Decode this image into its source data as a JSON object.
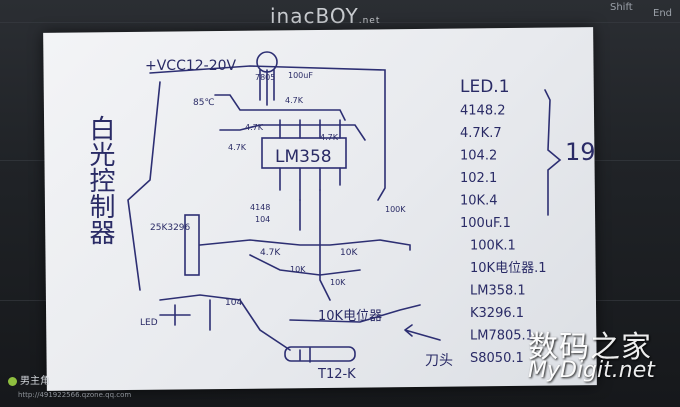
{
  "keyboard": {
    "brand": "inacBOY",
    "brand_suffix": ".net",
    "key_shift": "Shift",
    "key_end": "End"
  },
  "schematic": {
    "title_vertical": "白光控制器",
    "vcc_label": "+VCC12-20V",
    "reg_label": "7805",
    "cap_top": "100uF",
    "ic_label": "LM358",
    "pot_label": "25K3296",
    "ntc_label": "85℃",
    "r47k_a": "4.7K",
    "r47k_b": "4.7K",
    "r47k_c": "4.7K",
    "r47k_d": "4.7K",
    "r47k_e": "4.7K",
    "diode_label": "4148",
    "cap104_a": "104",
    "cap104_b": "104",
    "r10k_a": "10K",
    "r10k_b": "10K",
    "r10k_c": "10K",
    "r100k": "100K",
    "led_label": "LED",
    "pot10k_label": "10K电位器",
    "knife_label": "T12-K",
    "knife_note": "刀头"
  },
  "bom": {
    "items": [
      "LED.1",
      "4148.2",
      "4.7K.7",
      "104.2",
      "102.1",
      "10K.4",
      "100uF.1",
      "100K.1",
      "10K电位器.1",
      "LM358.1",
      "K3296.1",
      "LM7805.1",
      "S8050.1"
    ],
    "total": "19"
  },
  "watermark": {
    "cn": "数码之家",
    "en": "MyDigit.net"
  },
  "qzone": {
    "name": "男主角",
    "url": "http://491922566.qzone.qq.com"
  }
}
